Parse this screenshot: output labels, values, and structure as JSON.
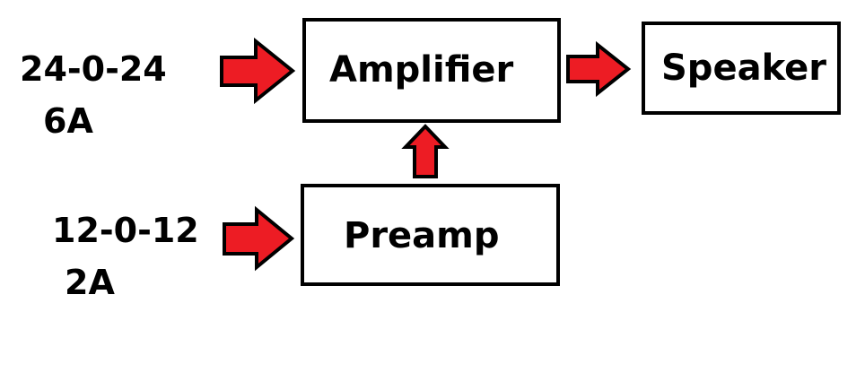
{
  "blocks": {
    "amplifier": "Amplifier",
    "speaker": "Speaker",
    "preamp": "Preamp"
  },
  "supplies": {
    "main": {
      "voltage": "24-0-24",
      "current": "6A"
    },
    "pre": {
      "voltage": "12-0-12",
      "current": "2A"
    }
  },
  "colors": {
    "arrow_fill": "#ed1c24",
    "outline": "#000000"
  }
}
